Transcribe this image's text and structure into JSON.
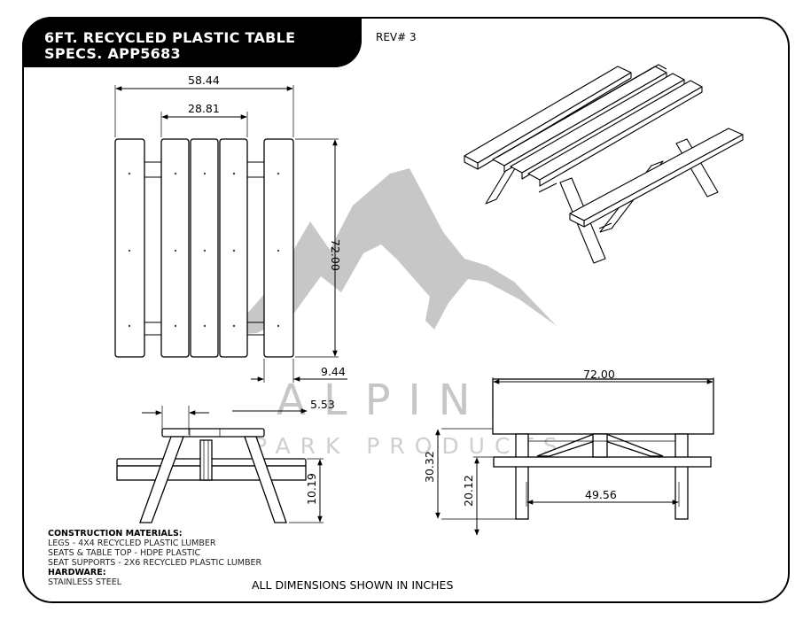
{
  "title": {
    "line1": "6FT. RECYCLED PLASTIC TABLE",
    "line2": "SPECS. APP5683"
  },
  "revision": "REV# 3",
  "brand": {
    "name": "ALPINE",
    "tagline": "PARK PRODUCTS"
  },
  "dimensions": {
    "overall_width": "58.44",
    "top_width": "28.81",
    "length": "72.00",
    "seat_width": "9.44",
    "top_overhang": "5.53",
    "seat_height": "10.19",
    "table_height": "30.32",
    "seat_height_side": "20.12",
    "side_length": "72.00",
    "leg_span": "49.56"
  },
  "notes": {
    "construction_heading": "CONSTRUCTION MATERIALS:",
    "construction_items": [
      "LEGS - 4X4 RECYCLED PLASTIC LUMBER",
      "SEATS & TABLE TOP - HDPE PLASTIC",
      "SEAT SUPPORTS - 2X6 RECYCLED PLASTIC LUMBER"
    ],
    "hardware_heading": "HARDWARE:",
    "hardware_item": "STAINLESS STEEL"
  },
  "footer": "ALL DIMENSIONS SHOWN IN INCHES"
}
